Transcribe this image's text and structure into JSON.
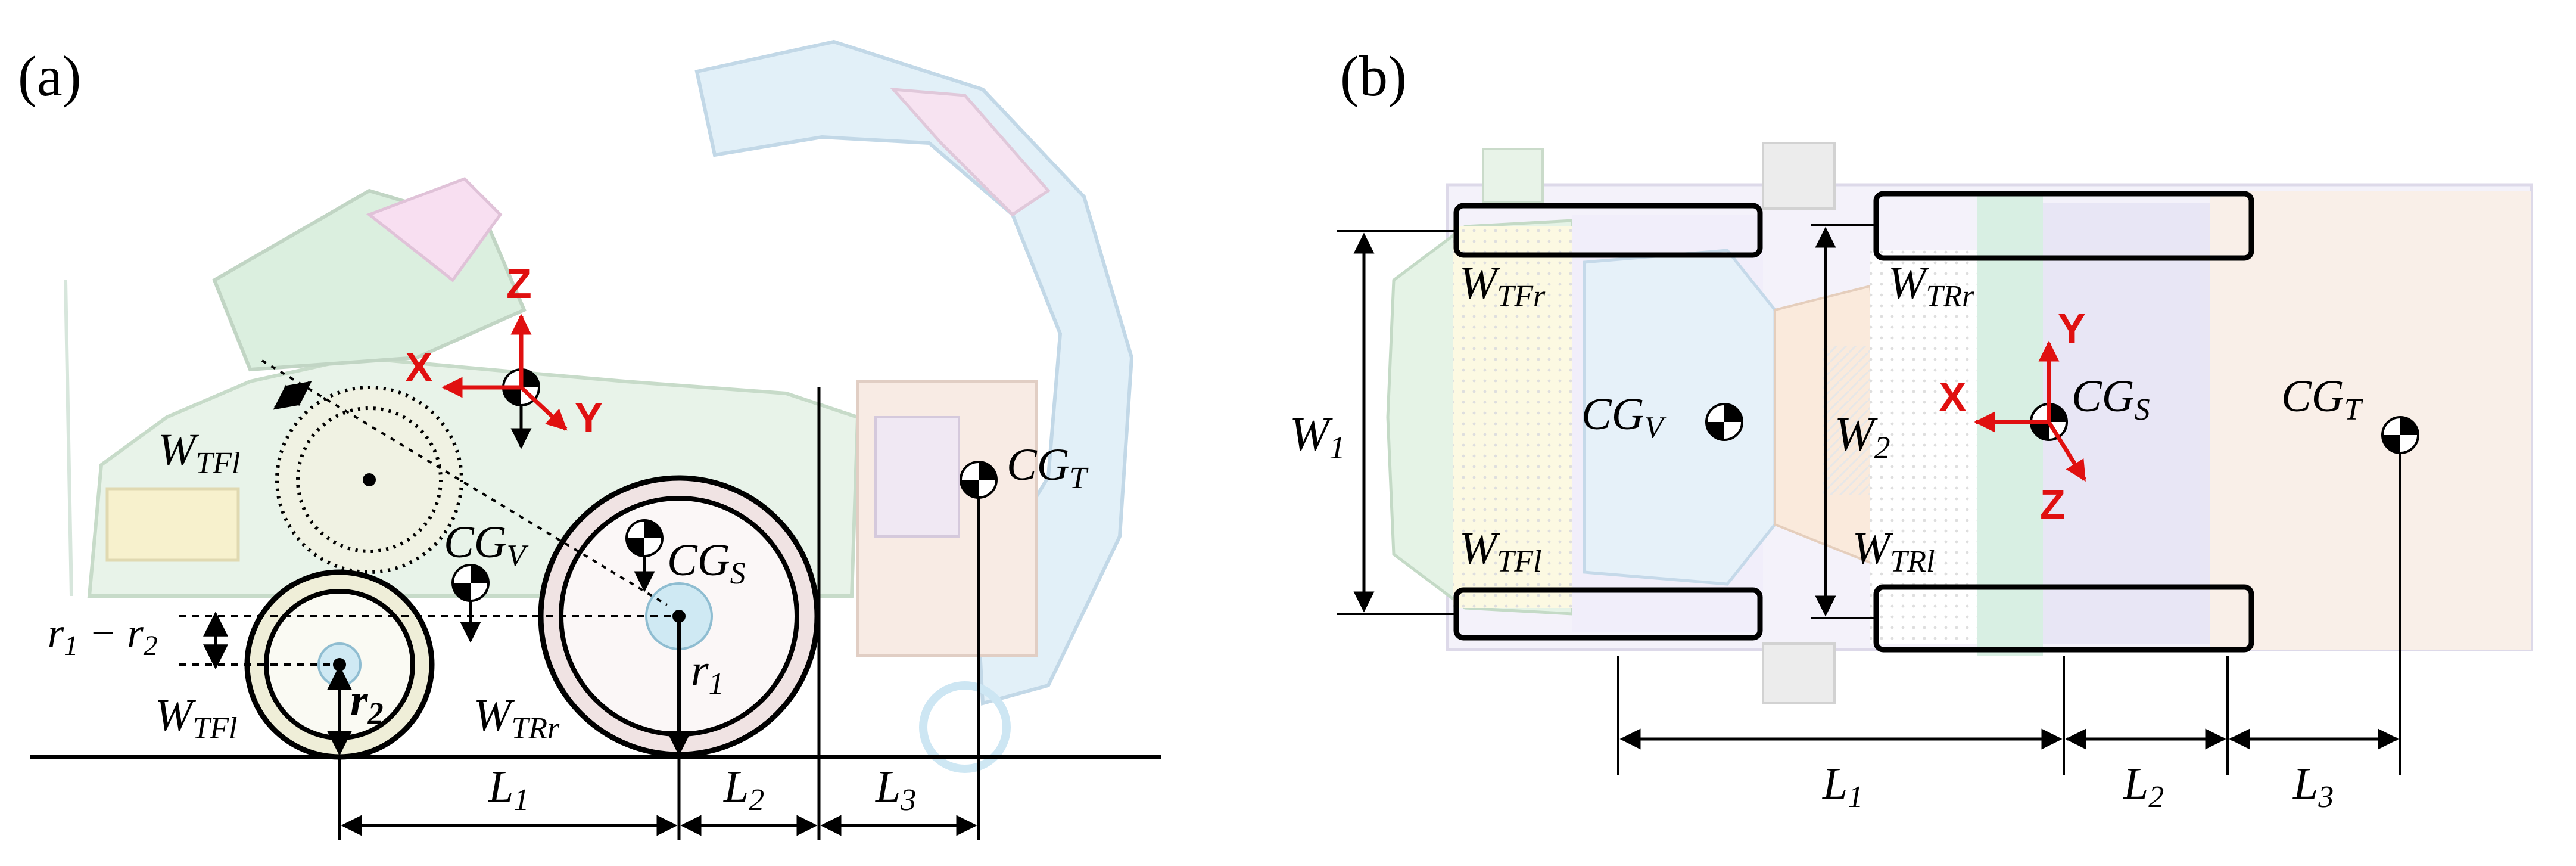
{
  "panels": {
    "a": {
      "tag": "(a)",
      "labels": {
        "wtfl_top": "W",
        "wtfl_top_sub": "TFl",
        "wtfl_bottom": "W",
        "wtfl_bottom_sub": "TFl",
        "wtrr": "W",
        "wtrr_sub": "TRr",
        "cgv": "CG",
        "cgv_sub": "V",
        "cgs": "CG",
        "cgs_sub": "S",
        "cgt": "CG",
        "cgt_sub": "T",
        "r1": "r",
        "r1_sub": "1",
        "r2": "r",
        "r2_sub": "2",
        "rdiff_a": "r",
        "rdiff_a_sub": "1",
        "rdiff_minus": " − ",
        "rdiff_b": "r",
        "rdiff_b_sub": "2",
        "l1": "L",
        "l1_sub": "1",
        "l2": "L",
        "l2_sub": "2",
        "l3": "L",
        "l3_sub": "3"
      },
      "axes": {
        "x": "X",
        "y": "Y",
        "z": "Z"
      }
    },
    "b": {
      "tag": "(b)",
      "labels": {
        "wtfr": "W",
        "wtfr_sub": "TFr",
        "wtrr": "W",
        "wtrr_sub": "TRr",
        "wtfl": "W",
        "wtfl_sub": "TFl",
        "wtrl": "W",
        "wtrl_sub": "TRl",
        "w1": "W",
        "w1_sub": "1",
        "w2": "W",
        "w2_sub": "2",
        "cgv": "CG",
        "cgv_sub": "V",
        "cgs": "CG",
        "cgs_sub": "S",
        "cgt": "CG",
        "cgt_sub": "T",
        "l1": "L",
        "l1_sub": "1",
        "l2": "L",
        "l2_sub": "2",
        "l3": "L",
        "l3_sub": "3"
      },
      "axes": {
        "x": "X",
        "y": "Y",
        "z": "Z"
      }
    }
  },
  "colors": {
    "axis_arrow": "#e01010",
    "annotation": "#000000"
  }
}
